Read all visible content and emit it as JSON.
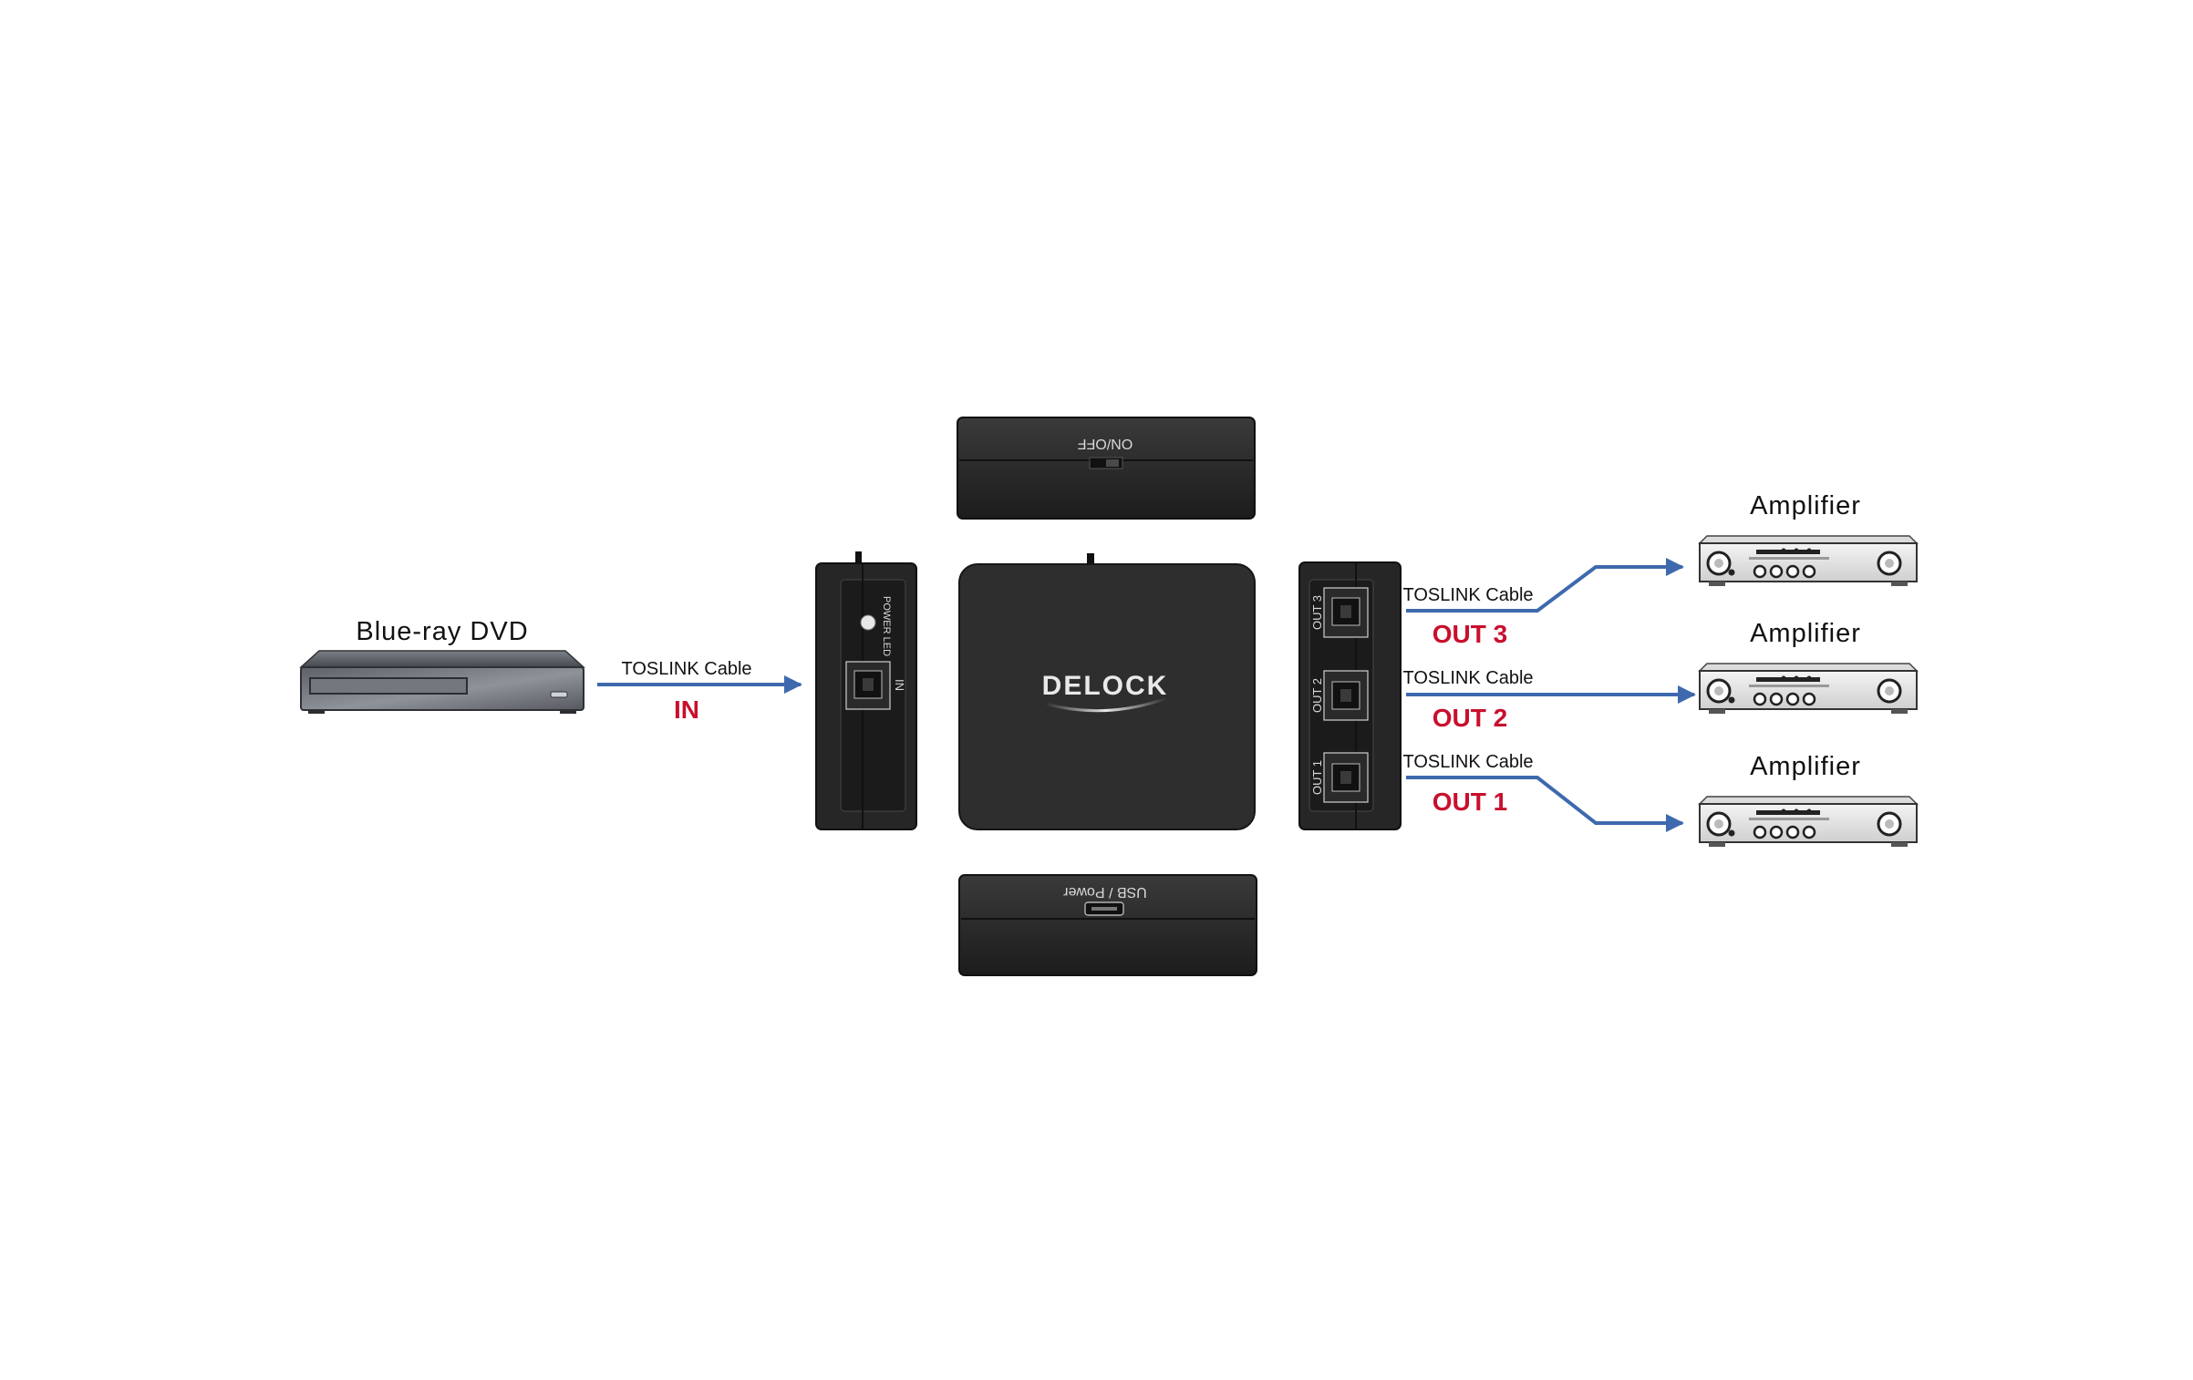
{
  "source": {
    "label": "Blue-ray DVD",
    "cable_label": "TOSLINK Cable",
    "port_label": "IN"
  },
  "splitter": {
    "logo": "DELOCK",
    "top_label": "ON/OFF",
    "bottom_label": "USB / Power",
    "led_label": "POWER LED",
    "in_label": "IN",
    "out_ports": [
      "OUT 3",
      "OUT 2",
      "OUT 1"
    ]
  },
  "outputs": [
    {
      "device_label": "Amplifier",
      "cable_label": "TOSLINK Cable",
      "port_label": "OUT 3"
    },
    {
      "device_label": "Amplifier",
      "cable_label": "TOSLINK Cable",
      "port_label": "OUT 2"
    },
    {
      "device_label": "Amplifier",
      "cable_label": "TOSLINK Cable",
      "port_label": "OUT 1"
    }
  ],
  "colors": {
    "cable": "#3e69ad",
    "port_label": "#c8102e",
    "device_body": "#2b2b2b",
    "text": "#111111"
  }
}
